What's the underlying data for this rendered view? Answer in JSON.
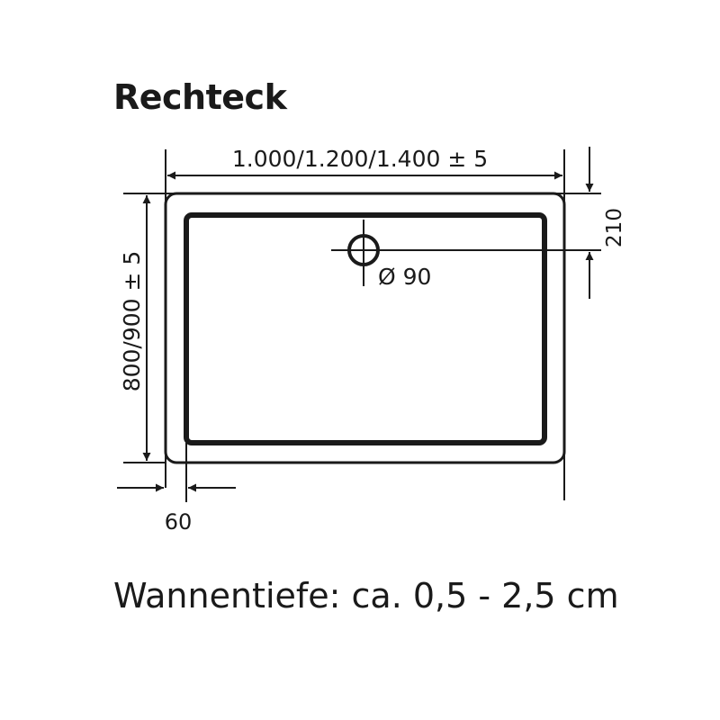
{
  "title": "Rechteck",
  "dimensions": {
    "width_label": "1.000/1.200/1.400 ± 5",
    "height_label": "800/900 ± 5",
    "drain_offset_label": "210",
    "drain_diameter_label": "Ø 90",
    "rim_label": "60"
  },
  "footer": "Wannentiefe: ca. 0,5 - 2,5 cm",
  "colors": {
    "ink": "#1a1a1a",
    "background": "#ffffff"
  }
}
